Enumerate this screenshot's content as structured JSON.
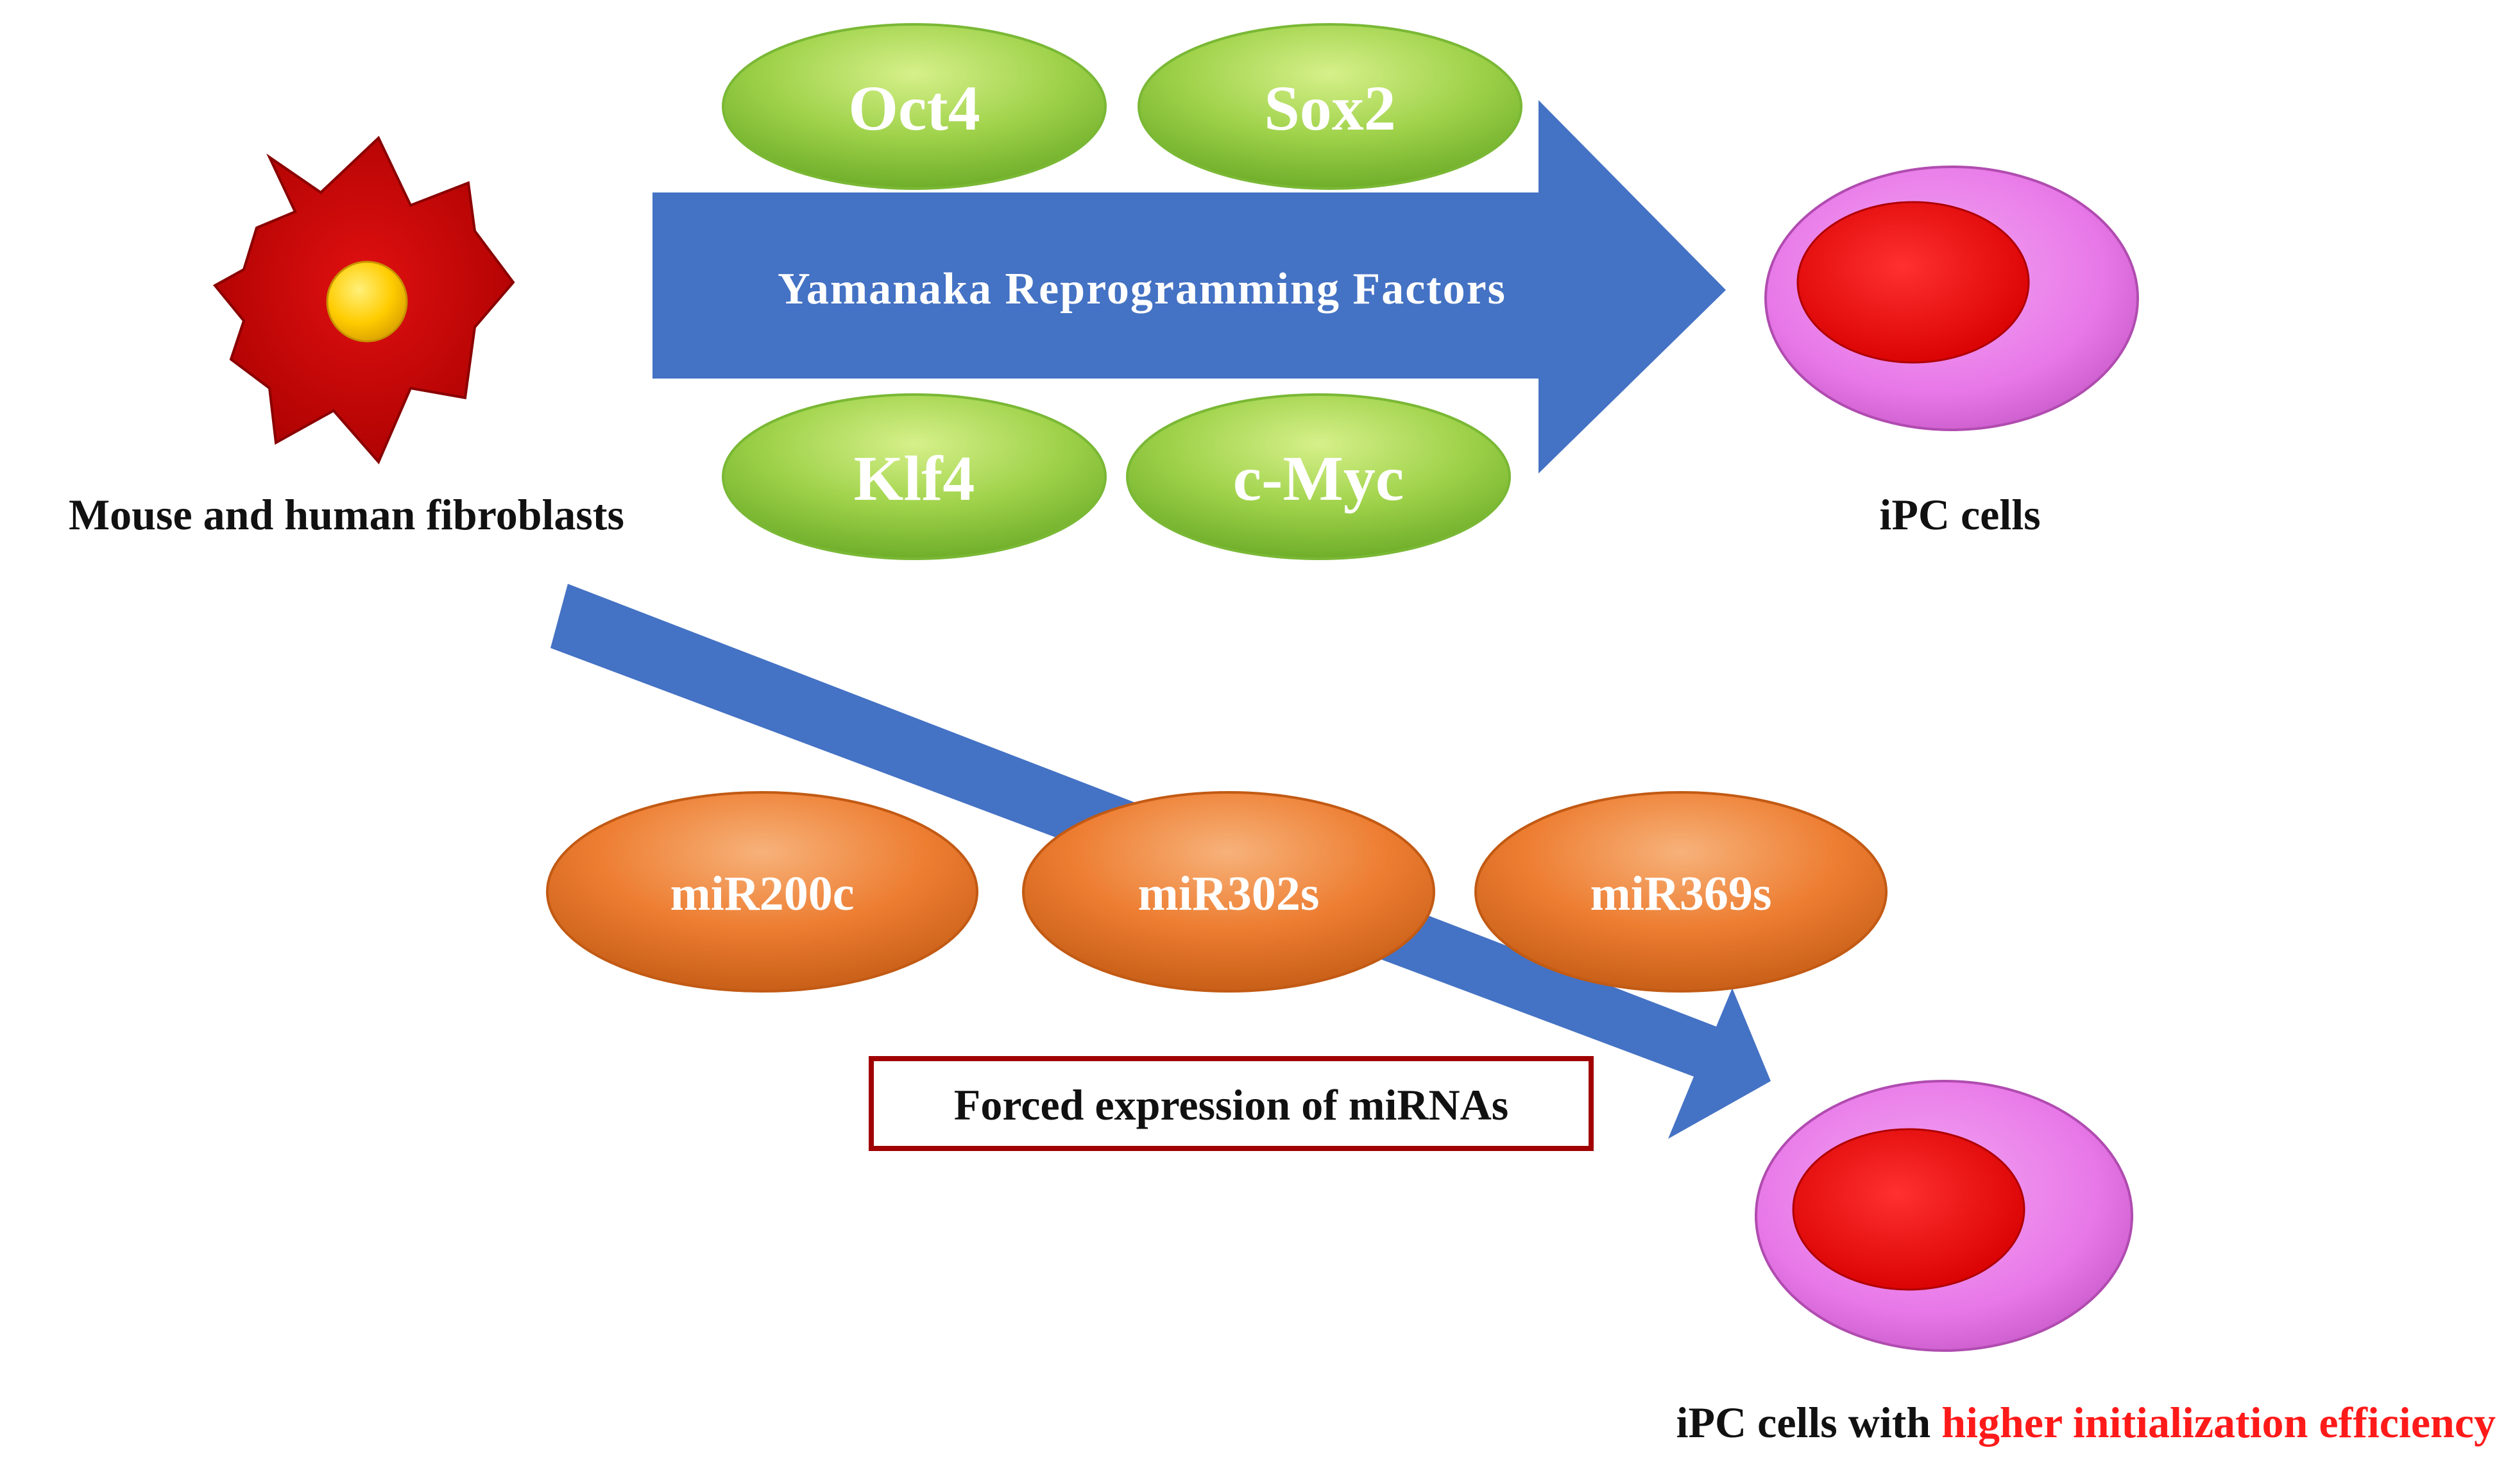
{
  "source_cell": {
    "label": "Mouse and human fibroblasts"
  },
  "top_path": {
    "arrow_label": "Yamanaka Reprogramming Factors",
    "factors": [
      "Oct4",
      "Sox2",
      "Klf4",
      "c-Myc"
    ],
    "target_label": "iPC cells"
  },
  "bottom_path": {
    "mirnas": [
      "miR200c",
      "miR302s",
      "miR369s"
    ],
    "method_label": "Forced expression of miRNAs",
    "target_label_prefix": "iPC cells with ",
    "target_label_highlight": "higher initialization efficiency"
  },
  "colors": {
    "arrow_blue": "#4472c4",
    "factor_green": "#8fce3f",
    "mirna_orange": "#ed7d31",
    "fibroblast_red": "#cc0000",
    "nucleus_yellow": "#ffcc00",
    "ipc_pink": "#e878e8",
    "ipc_nucleus_red": "#ff0000",
    "box_border": "#a00000",
    "highlight_red": "#ff1a1a"
  }
}
